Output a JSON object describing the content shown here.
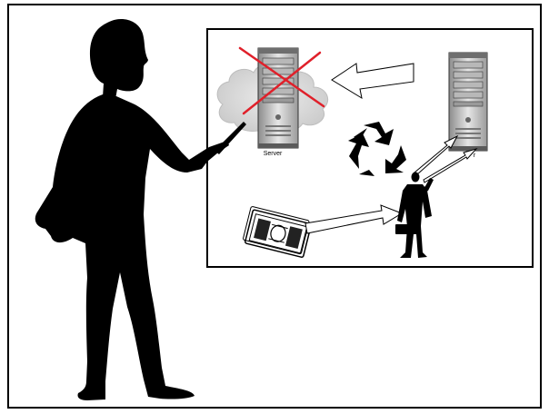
{
  "scene": {
    "frame_color": "#000000",
    "background": "#ffffff",
    "silhouette_color": "#000000",
    "cloud_color": "#dcdcdc",
    "strike_color": "#e0202a"
  },
  "board": {
    "old_server_label": "Server",
    "new_server_label": "r",
    "old_server_status": "crossed-out",
    "recycle_icon": "recycle-icon",
    "money_icon": "banknote-icon",
    "person_icon": "businessman-with-briefcase-icon"
  }
}
